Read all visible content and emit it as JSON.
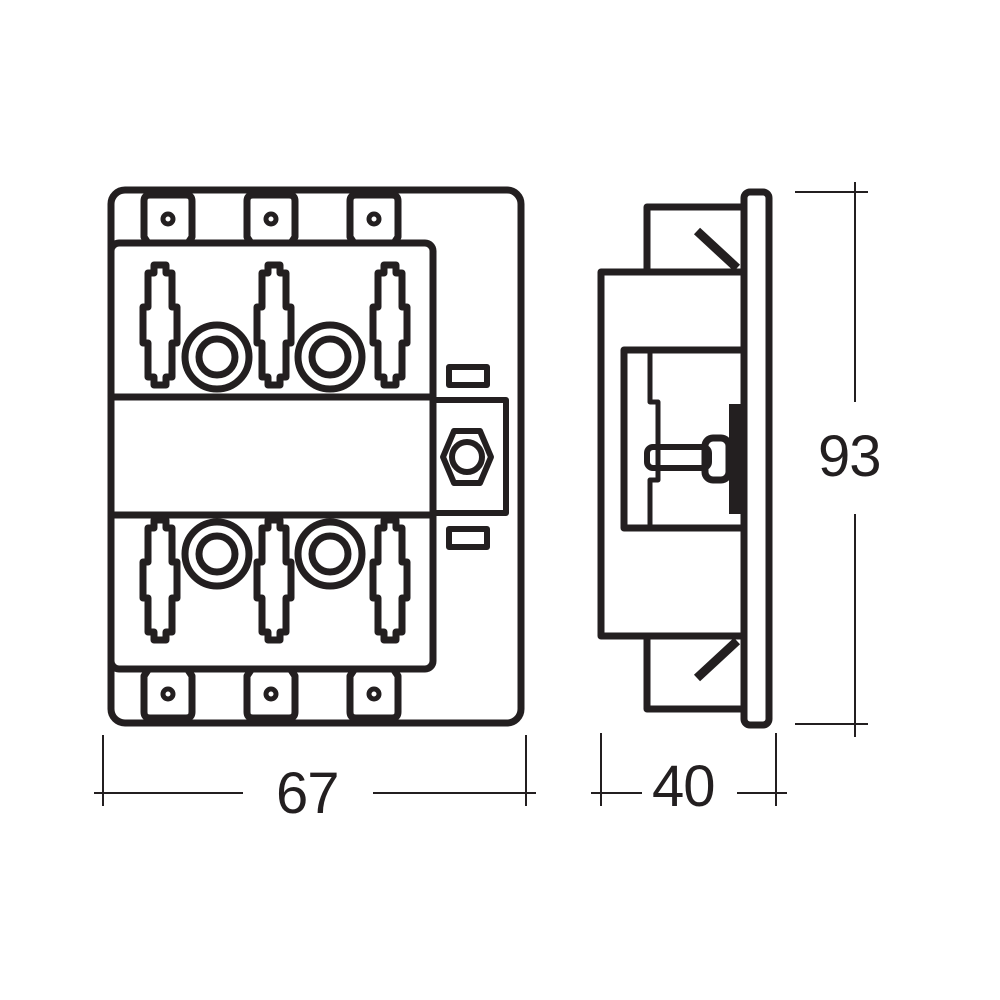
{
  "drawing": {
    "subject": "fuse block / busbar holder",
    "line_color": "#231f20",
    "background": "#ffffff",
    "views": [
      {
        "name": "front-view",
        "fuse_slots": 6,
        "terminal_tabs": 6,
        "mounting_rings": 4,
        "hex_stud": 1
      },
      {
        "name": "side-view"
      }
    ]
  },
  "dimensions": {
    "width": {
      "label": "67"
    },
    "depth": {
      "label": "40"
    },
    "height": {
      "label": "93"
    }
  }
}
